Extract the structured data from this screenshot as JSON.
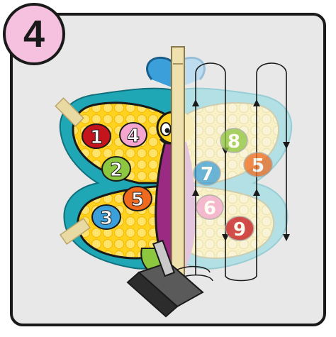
{
  "step": {
    "number": "4"
  },
  "spots": [
    {
      "label": "1",
      "color": "#c4141c"
    },
    {
      "label": "4",
      "color": "#f4a6cf"
    },
    {
      "label": "2",
      "color": "#8dc63f"
    },
    {
      "label": "5",
      "color": "#ee6a1f"
    },
    {
      "label": "3",
      "color": "#3b9fd9"
    },
    {
      "label": "8",
      "color": "#8dc63f"
    },
    {
      "label": "7",
      "color": "#3b9fd9"
    },
    {
      "label": "5",
      "color": "#ee6a1f"
    },
    {
      "label": "6",
      "color": "#f4a6cf"
    },
    {
      "label": "9",
      "color": "#c4141c"
    }
  ],
  "colors": {
    "panel": "#e8e8e8",
    "badge": "#f5c1de",
    "wing_yellow": "#ffd21f",
    "wing_outline": "#1fa7b5",
    "body_purple": "#9b2a83",
    "tape": "#e9d9a3"
  }
}
